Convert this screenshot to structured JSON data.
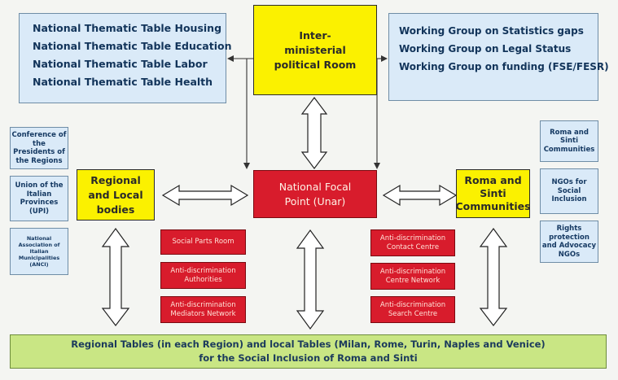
{
  "thematic_tables": [
    "National Thematic Table Housing",
    "National Thematic Table Education",
    "National Thematic Table Labor",
    "National Thematic Table Health"
  ],
  "inter_ministerial": "Inter-ministerial political Room",
  "working_groups": [
    "Working Group on Statistics gaps",
    "Working Group on Legal Status",
    "Working Group on funding (FSE/FESR)"
  ],
  "left_small": [
    "Conference of the Presidents of the Regions",
    "Union of the Italian Provinces (UPI)",
    "National Association of Italian Municipalities (ANCI)"
  ],
  "regional_local": "Regional and Local bodies",
  "focal_point": "National Focal Point (Unar)",
  "roma_sinti": "Roma and Sinti Communities",
  "right_small": [
    "Roma and Sinti Communities",
    "NGOs for Social Inclusion",
    "Rights protection and Advocacy NGOs"
  ],
  "red_left": [
    "Social Parts Room",
    "Anti-discrimination Authorities",
    "Anti-discrimination Mediators Network"
  ],
  "red_right": [
    "Anti-discrimination Contact Centre",
    "Anti-discrimination Centre Network",
    "Anti-discrimination Search Centre"
  ],
  "bottom_line1": "Regional Tables (in each Region) and local Tables (Milan, Rome, Turin, Naples and Venice)",
  "bottom_line2": "for the Social Inclusion of Roma and Sinti"
}
